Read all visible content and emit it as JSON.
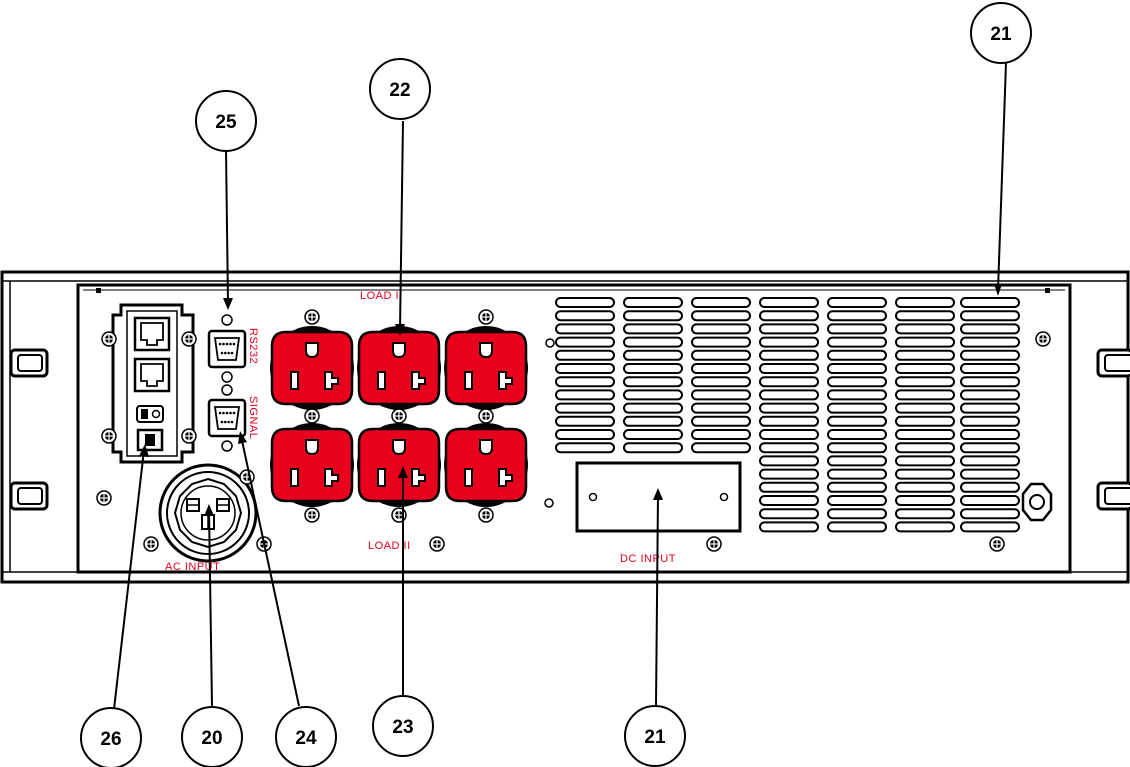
{
  "labels": {
    "load_1": "LOAD  I",
    "load_2": "LOAD  II",
    "ac_input": "AC  INPUT",
    "dc_input": "DC  INPUT",
    "rs232": "RS232",
    "signal": "SIGNAL"
  },
  "callouts": {
    "c21_top": "21",
    "c22": "22",
    "c25": "25",
    "c26": "26",
    "c20": "20",
    "c24": "24",
    "c23": "23",
    "c21_bottom": "21"
  },
  "colors": {
    "outlet_red": "#e8001c",
    "line": "#000000",
    "background": "#ffffff"
  }
}
